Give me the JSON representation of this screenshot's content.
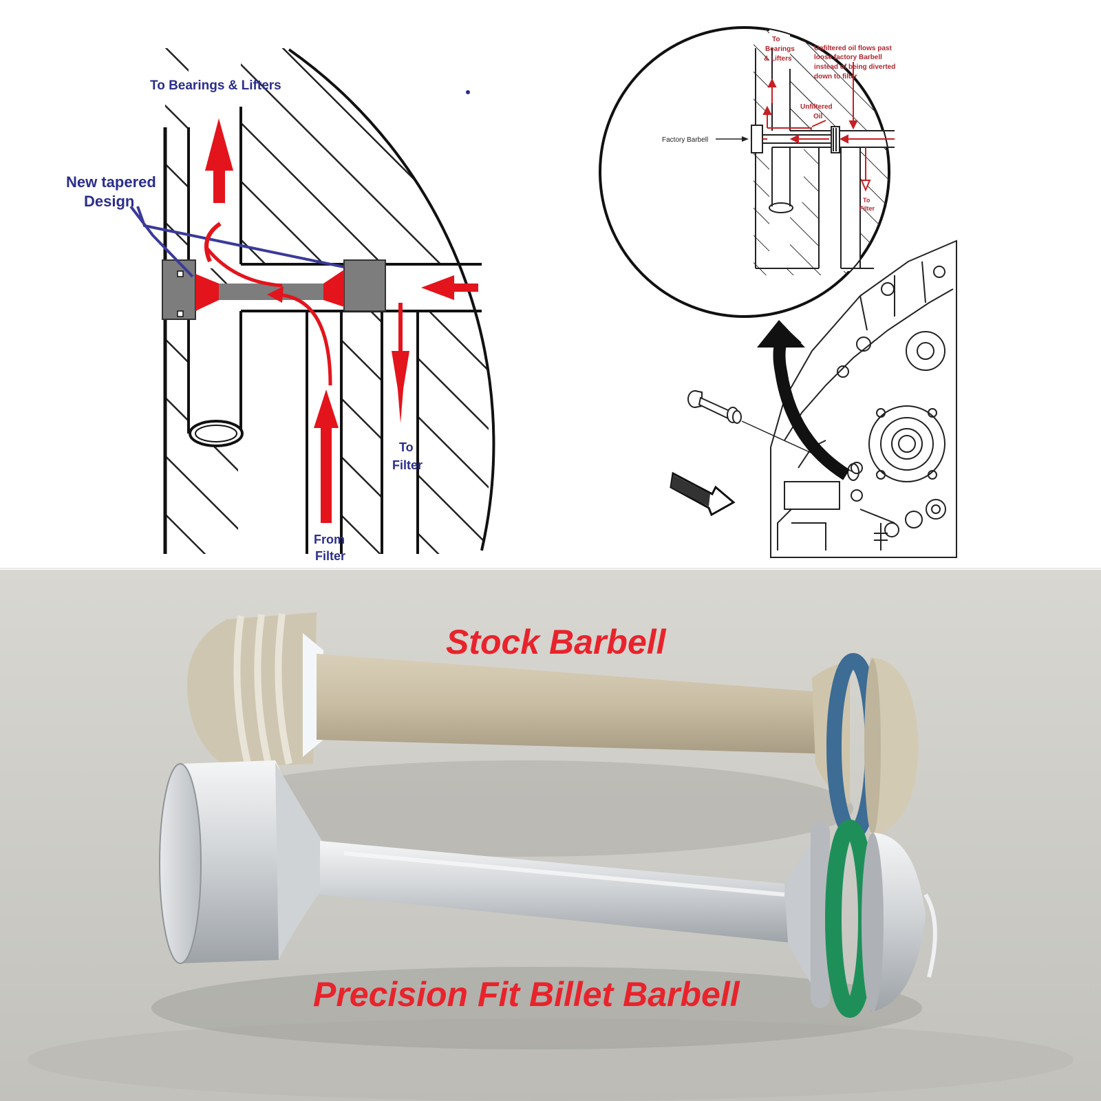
{
  "left_diagram": {
    "label_top": "To Bearings & Lifters",
    "label_new_1": "New tapered",
    "label_new_2": "Design",
    "label_to_1": "To",
    "label_to_2": "Filter",
    "label_from_1": "From",
    "label_from_2": "Filter"
  },
  "right_diagram": {
    "label_to_1": "To",
    "label_to_2": "Bearings",
    "label_to_3": "& Lifters",
    "label_unf_1": "Unfiltered oil flows past",
    "label_unf_2": "loose factory Barbell",
    "label_unf_3": "instead of being diverted",
    "label_unf_4": "down to filter",
    "label_oil_1": "Unfiltered",
    "label_oil_2": "Oil",
    "label_factory": "Factory Barbell",
    "label_filter_1": "To",
    "label_filter_2": "Filter"
  },
  "photo": {
    "stock_label": "Stock Barbell",
    "billet_label": "Precision Fit Billet Barbell"
  },
  "colors": {
    "arrow_red": "#e3141c",
    "label_blue": "#2b2e8a",
    "label_red": "#b3262d",
    "photo_label": "#e8232c",
    "oring_blue": "#3d6c94",
    "oring_green": "#1f8f5a"
  }
}
